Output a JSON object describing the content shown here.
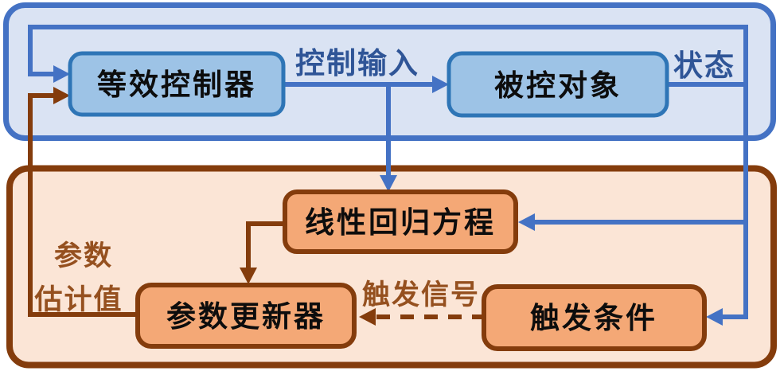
{
  "nodes": {
    "equivalent_controller": {
      "label": "等效控制器"
    },
    "controlled_plant": {
      "label": "被控对象"
    },
    "linear_regression": {
      "label": "线性回归方程"
    },
    "parameter_updater": {
      "label": "参数更新器"
    },
    "trigger_condition": {
      "label": "触发条件"
    }
  },
  "edge_labels": {
    "control_input": "控制输入",
    "state": "状态",
    "trigger_signal": "触发信号",
    "parameter_estimate_lines": [
      "参数",
      "估计值"
    ]
  },
  "colors": {
    "blue_container_fill": "#dae3f3",
    "blue_container_border": "#4472c4",
    "blue_node_fill": "#9dc3e6",
    "blue_node_border": "#2e75b6",
    "blue_arrow": "#4472c4",
    "blue_label_text": "#2f5597",
    "orange_container_fill": "#fbe5d6",
    "orange_node_fill": "#f4a876",
    "brown_border_and_arrow": "#843c0c",
    "brown_label_text": "#95501f",
    "node_text": "#0d0d0d"
  }
}
